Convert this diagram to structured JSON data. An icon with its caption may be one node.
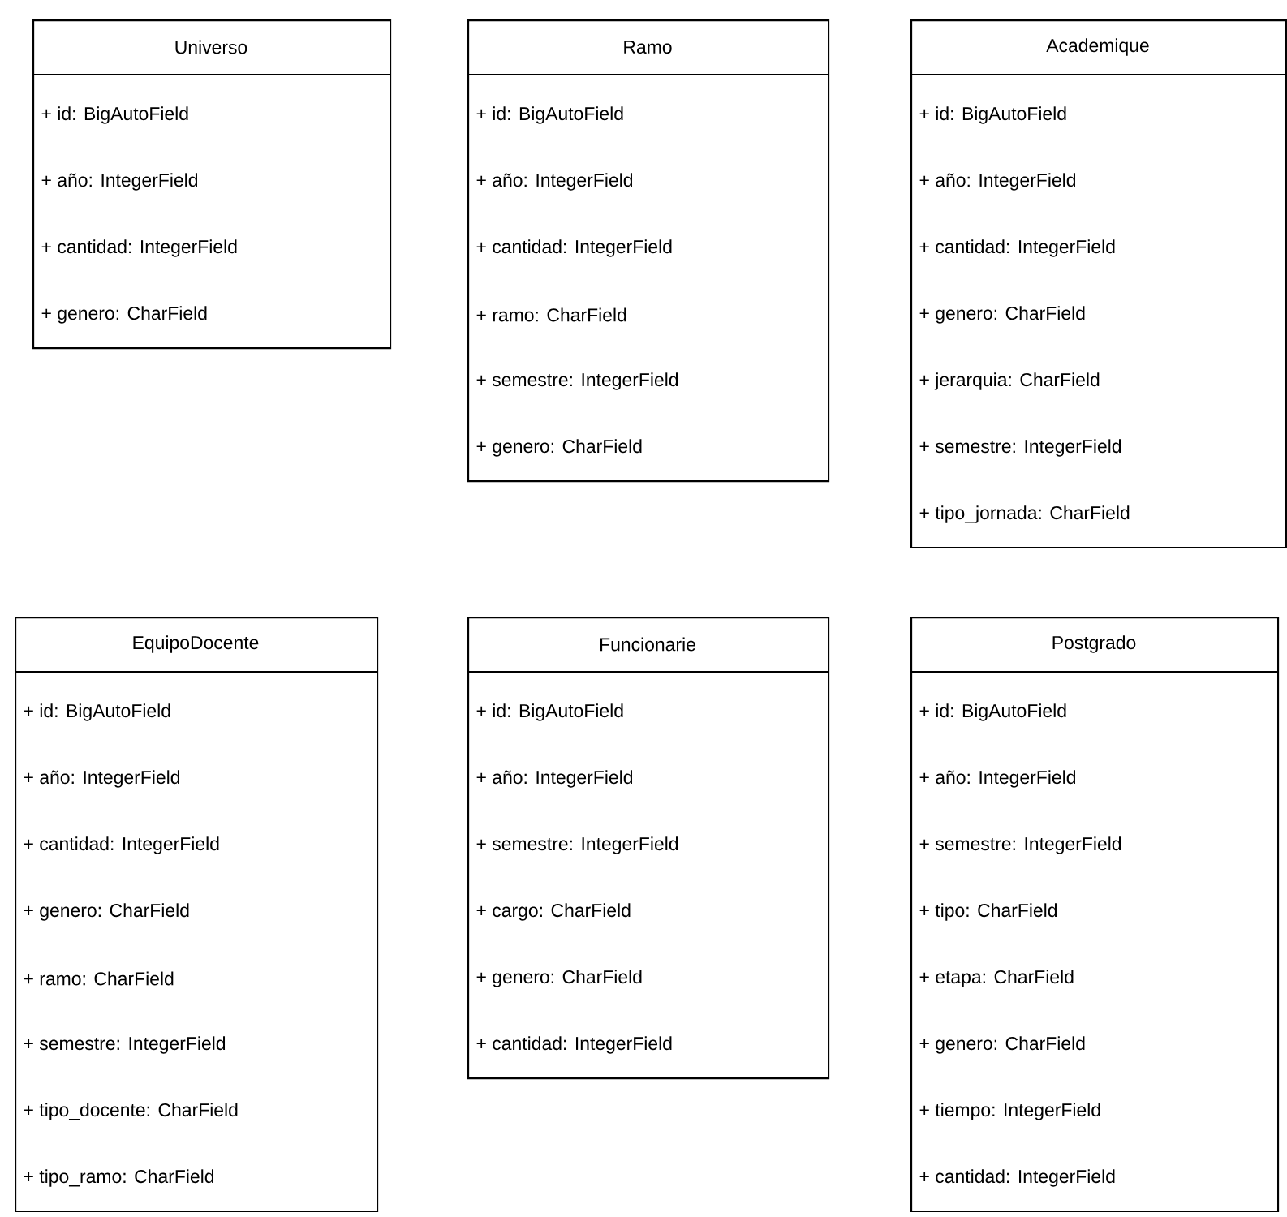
{
  "diagram": {
    "nodes": [
      {
        "text": [
          "Universo",
          "+ id: BigAutoField",
          "+ año: IntegerField",
          "+ cantidad: IntegerField",
          "+ genero: CharField"
        ]
      },
      {
        "text": [
          "Ramo",
          "+ id: BigAutoField",
          "+ año: IntegerField",
          "+ cantidad: IntegerField",
          "+ ramo: CharField",
          "+ semestre: IntegerField",
          "+ genero: CharField"
        ]
      },
      {
        "text": [
          "Academique",
          "+ id: BigAutoField",
          "+ año: IntegerField",
          "+ cantidad: IntegerField",
          "+ genero: CharField",
          "+ jerarquia: CharField",
          "+ semestre: IntegerField",
          "+ tipo_jornada: CharField"
        ]
      },
      {
        "text": [
          "EquipoDocente",
          "+ id: BigAutoField",
          "+ año: IntegerField",
          "+ cantidad: IntegerField",
          "+ genero: CharField",
          "+ ramo: CharField",
          "+ semestre: IntegerField",
          "+ tipo_docente: CharField",
          "+ tipo_ramo: CharField"
        ]
      },
      {
        "text": [
          "Funcionarie",
          "+ id: BigAutoField",
          "+ año: IntegerField",
          "+ semestre: IntegerField",
          "+ cargo: CharField",
          "+ genero: CharField",
          "+ cantidad: IntegerField"
        ]
      },
      {
        "text": [
          "Postgrado",
          "+ id: BigAutoField",
          "+ año: IntegerField",
          "+ semestre: IntegerField",
          "+ tipo: CharField",
          "+ etapa: CharField",
          "+ genero: CharField",
          "+ tiempo: IntegerField",
          "+ cantidad: IntegerField"
        ]
      }
    ]
  }
}
